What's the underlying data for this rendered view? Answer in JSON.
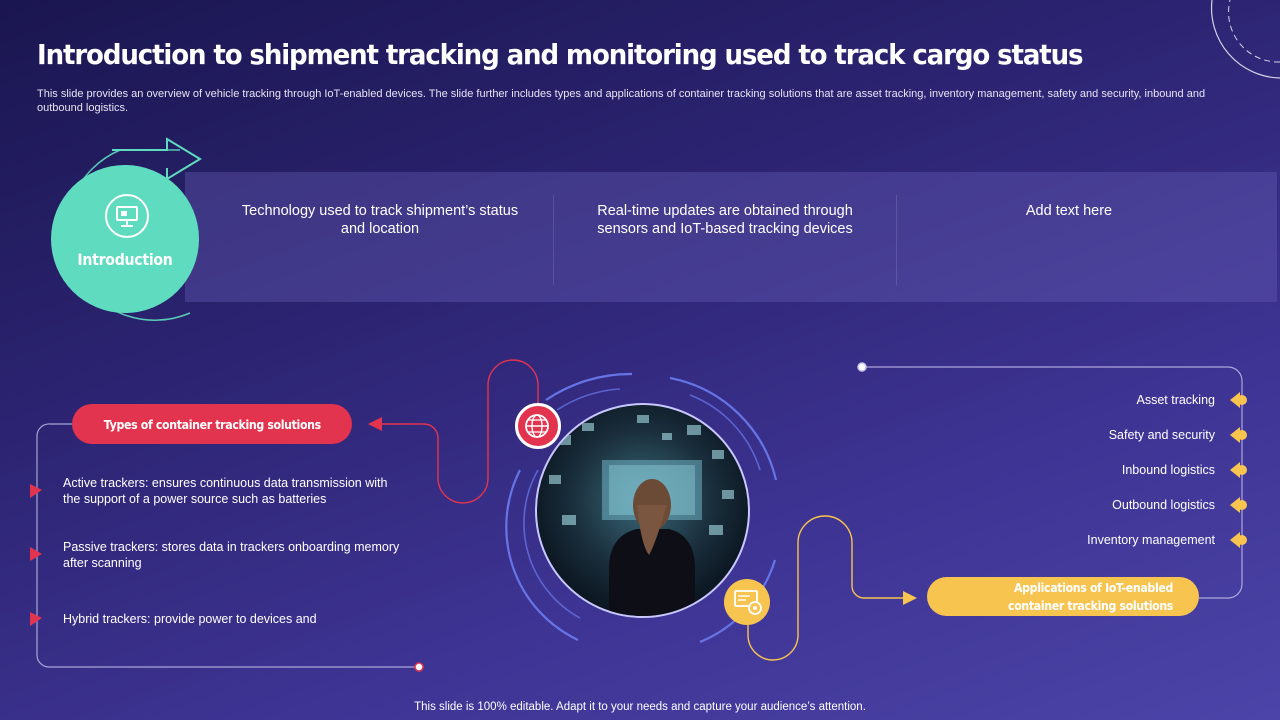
{
  "title": "Introduction to shipment tracking and monitoring used to track cargo status",
  "subtitle": "This slide provides an overview of vehicle tracking through IoT-enabled devices. The slide further includes types and applications of container tracking solutions that are asset tracking, inventory management, safety and security, inbound and outbound logistics.",
  "introduction": {
    "label": "Introduction",
    "columns": [
      "Technology used to track shipment’s status and location",
      "Real-time updates are obtained through sensors and IoT-based tracking devices",
      "Add text here"
    ]
  },
  "types": {
    "label": "Types of container tracking solutions",
    "items": [
      "Active trackers: ensures continuous data transmission with the support of a power source such as batteries",
      "Passive trackers: stores data in trackers onboarding memory after scanning",
      "Hybrid trackers: provide power to devices and"
    ]
  },
  "applications": {
    "label": "Applications of IoT-enabled container tracking solutions",
    "items": [
      "Asset tracking",
      "Safety and security",
      "Inbound logistics",
      "Outbound logistics",
      "Inventory management"
    ]
  },
  "footer": "This slide is 100% editable. Adapt it to your needs and capture your audience’s attention.",
  "colors": {
    "accent_teal": "#5fdcc0",
    "accent_red": "#e3344f",
    "accent_yellow": "#f8c450"
  },
  "icons": [
    "monitor-icon",
    "globe-pin-icon",
    "gear-screen-icon",
    "arrow-right-icon"
  ]
}
